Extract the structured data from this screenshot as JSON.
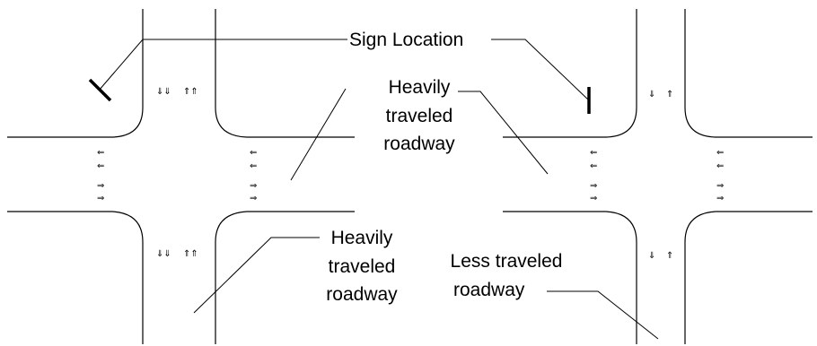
{
  "labels": {
    "sign_location": "Sign Location",
    "heavily_upper": [
      "Heavily",
      "traveled",
      "roadway"
    ],
    "heavily_lower": [
      "Heavily",
      "traveled",
      "roadway"
    ],
    "less_traveled": [
      "Less traveled",
      "roadway"
    ]
  },
  "arrows": {
    "two_down": "⇓⇓",
    "two_up": "⇑⇑",
    "one_down": "⇓",
    "one_up": "⇑",
    "left": "⇐",
    "right": "⇒"
  }
}
